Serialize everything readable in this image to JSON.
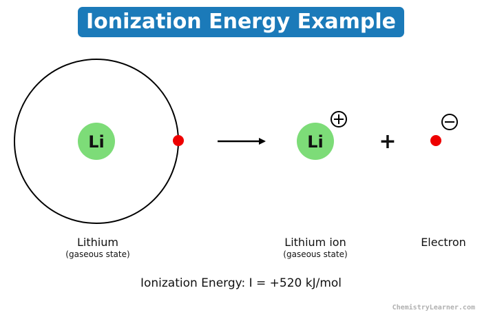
{
  "title": "Ionization Energy Example",
  "atom": {
    "symbol": "Li",
    "name": "Lithium",
    "state": "(gaseous state)"
  },
  "ion": {
    "symbol": "Li",
    "name": "Lithium ion",
    "state": "(gaseous state)",
    "charge_symbol": "plus-in-circle-icon"
  },
  "electron": {
    "name": "Electron",
    "charge_symbol": "minus-in-circle-icon"
  },
  "operator": "+",
  "equation": "Ionization Energy: I = +520 kJ/mol",
  "watermark": "ChemistryLearner.com",
  "colors": {
    "title_bg": "#1b7ab9",
    "nucleus": "#7ddc78",
    "electron": "#ee0000",
    "orbit": "#000000"
  }
}
